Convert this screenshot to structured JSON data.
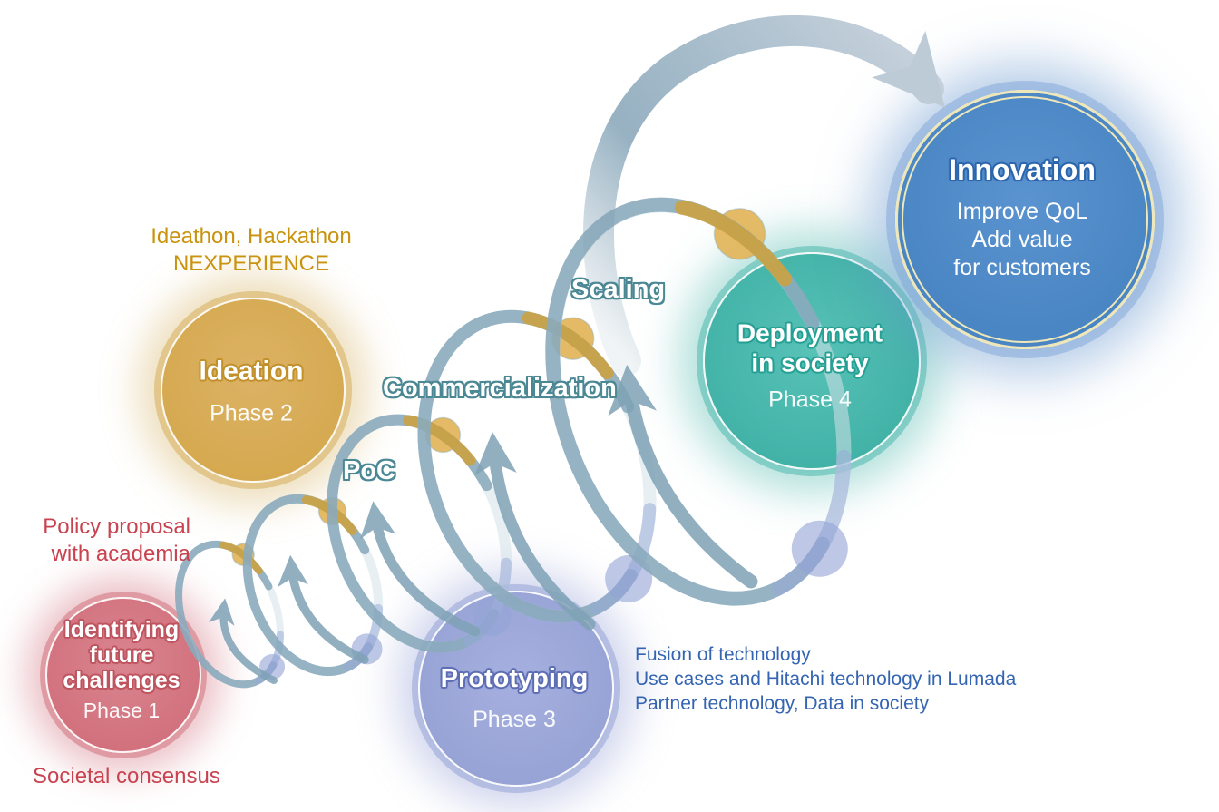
{
  "circles": {
    "phase1": {
      "title_lines": [
        "Identifying",
        "future",
        "challenges"
      ],
      "phase": "Phase 1"
    },
    "phase2": {
      "title": "Ideation",
      "phase": "Phase 2"
    },
    "phase3": {
      "title": "Prototyping",
      "phase": "Phase 3"
    },
    "phase4": {
      "title_lines": [
        "Deployment",
        "in society"
      ],
      "phase": "Phase 4"
    },
    "innovation": {
      "title": "Innovation",
      "lines": [
        "Improve QoL",
        "Add value",
        "for customers"
      ]
    }
  },
  "annotations": {
    "phase1_above": [
      "Policy proposal",
      "with academia"
    ],
    "phase1_below": "Societal consensus",
    "phase2_above": [
      "Ideathon, Hackathon",
      "NEXPERIENCE"
    ],
    "phase3_right": [
      "Fusion of technology",
      "Use cases and Hitachi technology in Lumada",
      "Partner technology, Data in society"
    ]
  },
  "spiral_labels": {
    "poc": "PoC",
    "commercialization": "Commercialization",
    "scaling": "Scaling"
  },
  "colors": {
    "phase1": "#d3767f",
    "phase2": "#d8ab55",
    "phase3": "#9aa5d6",
    "phase4": "#44b5aa",
    "innovation": "#4a86c4",
    "coil": "#7fa2b6",
    "coil_faint": "#d3e2e8",
    "gold_segment": "#cfa13b",
    "blue_segment": "#96a7d8",
    "gold_dot": "#e3b75e",
    "blue_dot": "#93a4d6",
    "arrow": "#7fa2b6",
    "big_arrow_head": "#bdcbd6",
    "red_text": "#c8424f",
    "gold_text": "#c9930e",
    "blue_text": "#3565b2",
    "label_outline": "#4c8894"
  }
}
